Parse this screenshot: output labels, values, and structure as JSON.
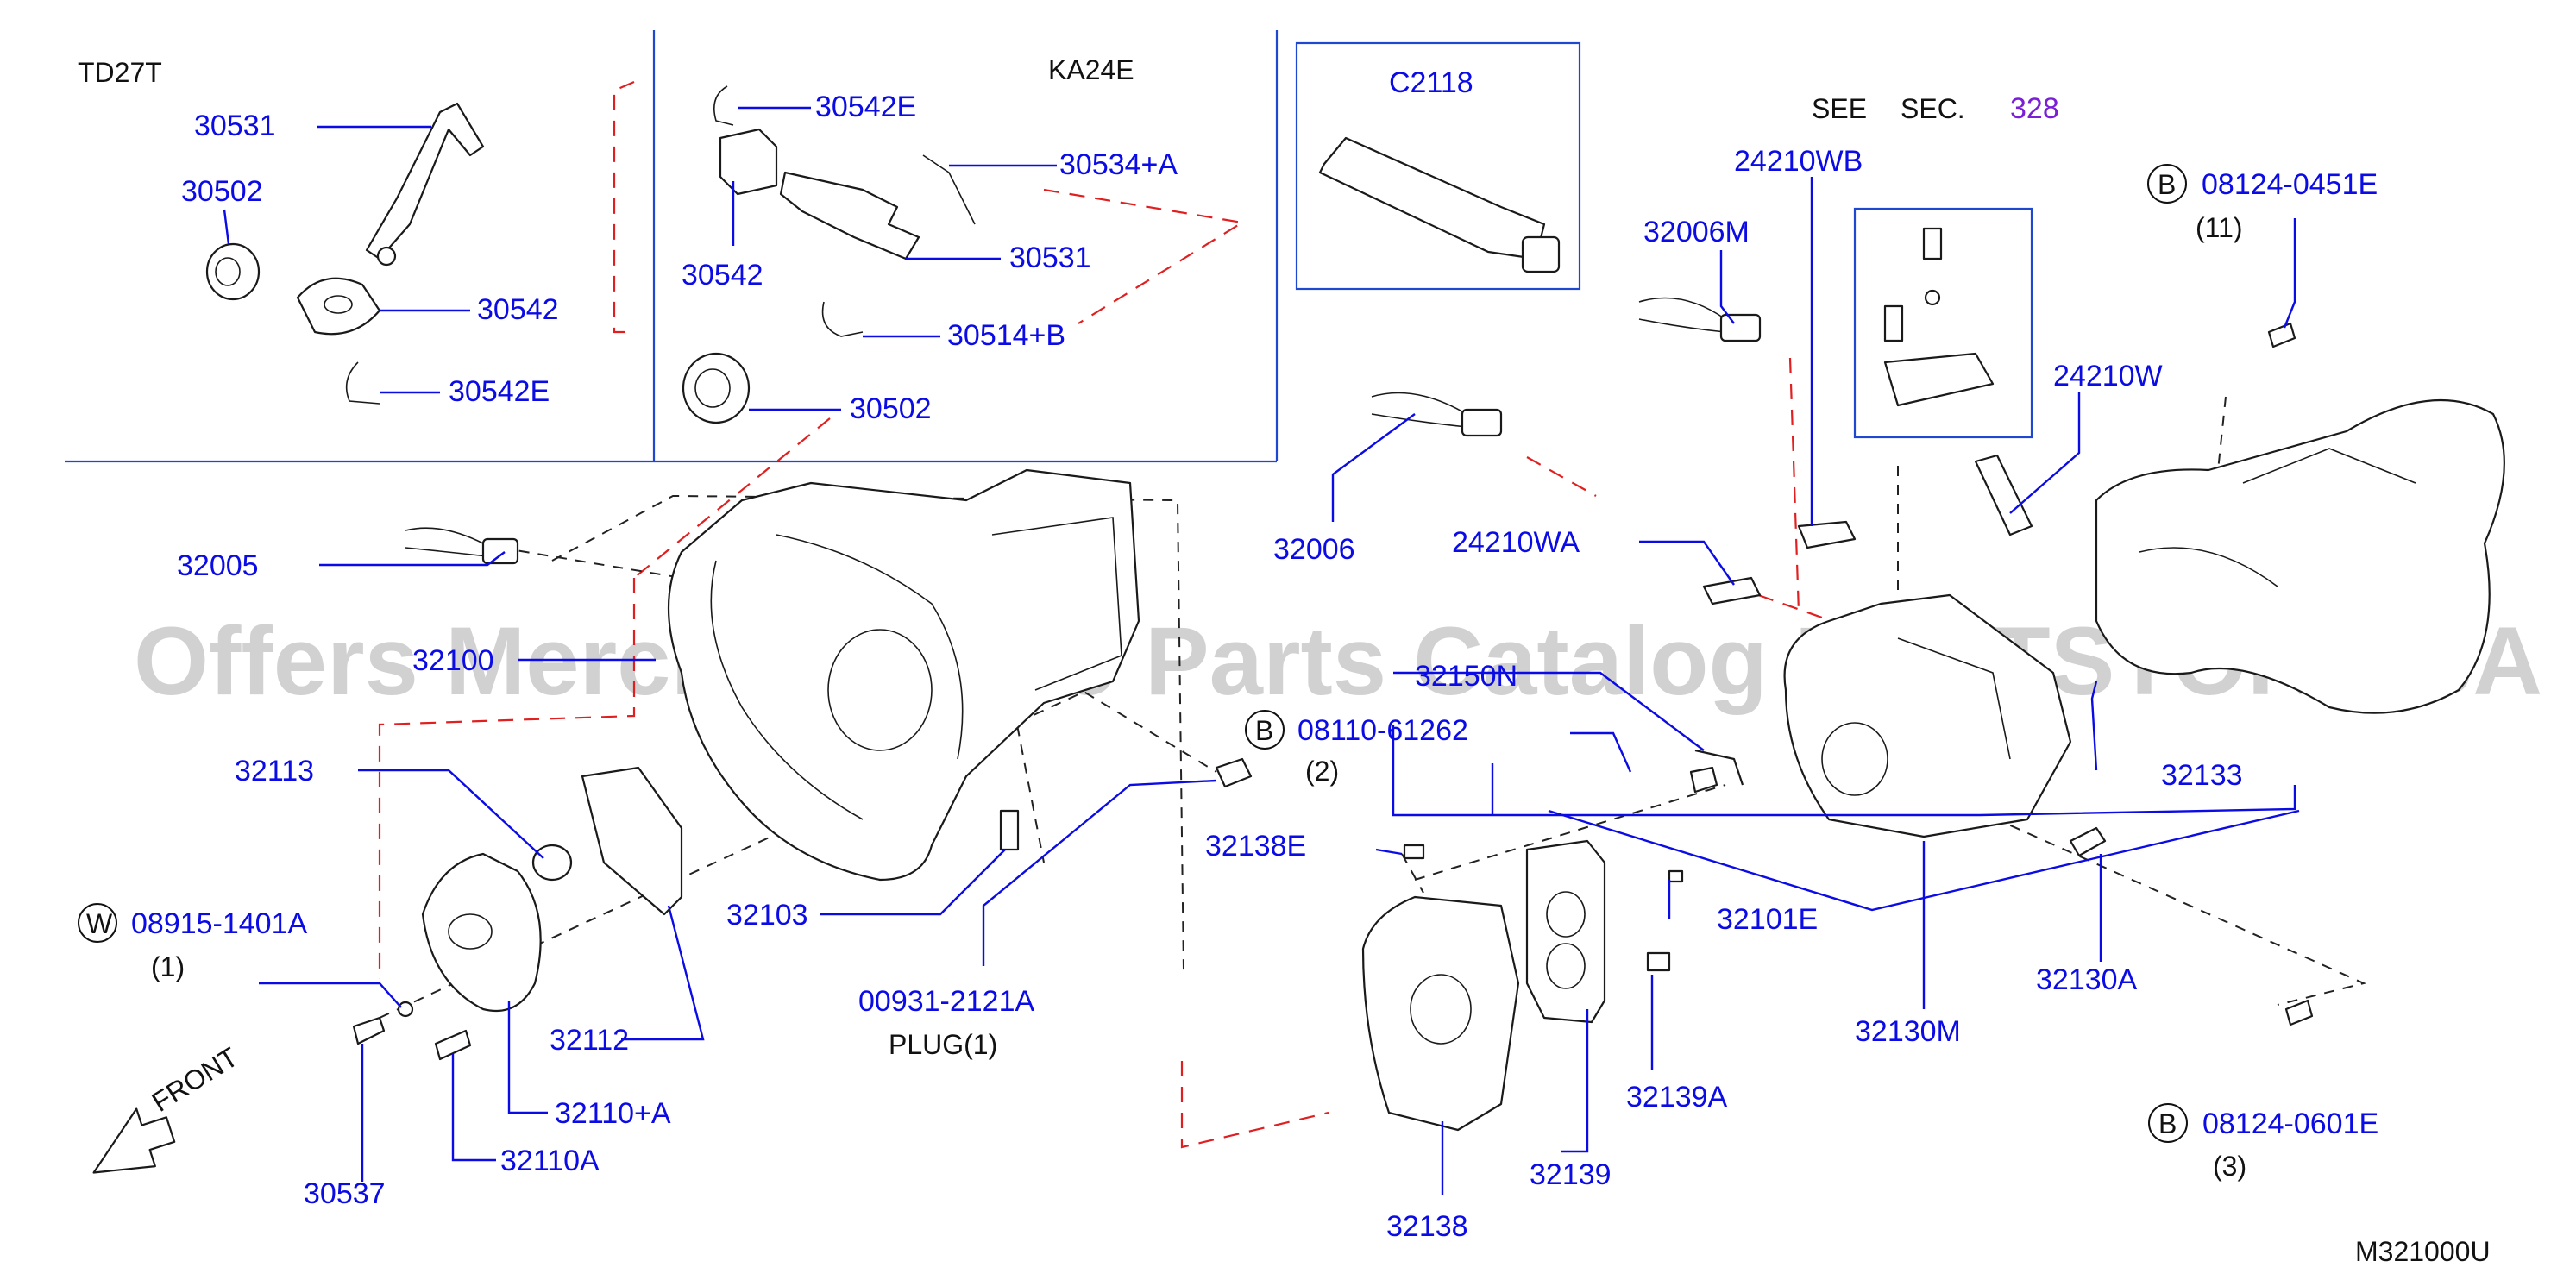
{
  "variants": {
    "td27t": "TD27T",
    "ka24e": "KA24E"
  },
  "sealant": {
    "code": "C2118"
  },
  "see_section": {
    "prefix": "SEE",
    "sec": "SEC.",
    "number": "328"
  },
  "front_label": "FRONT",
  "diagram_code": "M321000U",
  "watermark": "Offers Merchant Auto Parts Catalog PARTSTORE.SA",
  "callouts": {
    "td27t_30531": "30531",
    "td27t_30502": "30502",
    "td27t_30542": "30542",
    "td27t_30542E": "30542E",
    "ka_30542E": "30542E",
    "ka_30534A": "30534+A",
    "ka_30542": "30542",
    "ka_30531": "30531",
    "ka_30514B": "30514+B",
    "ka_30502": "30502",
    "p32005": "32005",
    "p32100": "32100",
    "p32113": "32113",
    "p08915": "08915-1401A",
    "p32103": "32103",
    "p32112": "32112",
    "p32110A_plus": "32110+A",
    "p32110A": "32110A",
    "p30537": "30537",
    "p00931": "00931-2121A",
    "p32006M": "32006M",
    "p24210WB": "24210WB",
    "p32006": "32006",
    "p24210WA": "24210WA",
    "p32150N": "32150N",
    "p08110": "08110-61262",
    "p32138E": "32138E",
    "p32101E": "32101E",
    "p32139A": "32139A",
    "p32139": "32139",
    "p32138": "32138",
    "p32130M": "32130M",
    "p32130A": "32130A",
    "p32133": "32133",
    "p24210W": "24210W",
    "p08124_0451E": "08124-0451E",
    "p08124_0601E": "08124-0601E"
  },
  "quantities": {
    "q08915": "(1)",
    "plug": "PLUG(1)",
    "q08110": "(2)",
    "q0451E": "(11)",
    "q0601E": "(3)"
  },
  "badges": {
    "w": "W",
    "b1": "B",
    "b2": "B",
    "b3": "B"
  }
}
